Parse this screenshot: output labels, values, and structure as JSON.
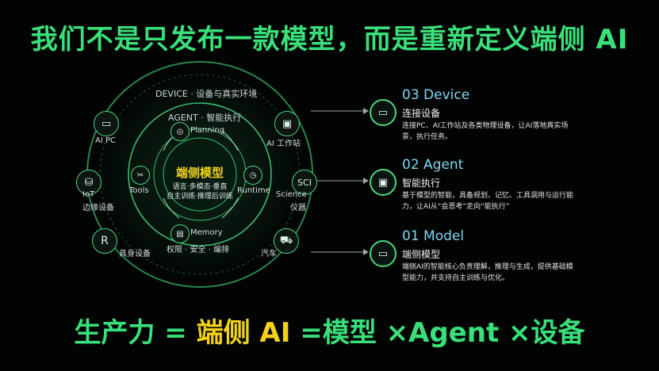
{
  "title": "我们不是只发布一款模型，而是重新定义端侧 AI",
  "formula": {
    "part1": "生产力 = ",
    "part2": "端侧 AI",
    "part3": " =模型 ×Agent ×设备"
  },
  "diagram": {
    "outer_ring_label": "DEVICE · 设备与真实环境",
    "middle_ring_label": "AGENT · 智能执行",
    "center": {
      "title": "端侧模型",
      "line1": "语言·多模态·垂直",
      "line2": "自主训练·推理后训练"
    },
    "inner_nodes": {
      "planning": "Planning",
      "tools": "Tools",
      "runtime": "Runtime",
      "memory": "Memory",
      "memory_sub": "权限 · 安全 · 编排"
    },
    "outer_nodes": {
      "ai_pc": "AI PC",
      "ai_workstation": "AI 工作站",
      "iot": "IoT\n边缘设备",
      "iot_line1": "IoT",
      "iot_line2": "边缘设备",
      "science": "Science\n仪器",
      "science_line1": "Science",
      "science_line2": "仪器",
      "sci_badge": "SCI",
      "robot_badge": "R",
      "robot": "具身设备",
      "car": "汽车"
    }
  },
  "right_items": [
    {
      "title": "03 Device",
      "subtitle": "连接设备",
      "desc_line1": "连接PC、AI工作站及各类物理设备，让AI落地真实场",
      "desc_line2": "景，执行任务。",
      "icon": "device-icon"
    },
    {
      "title": "02 Agent",
      "subtitle": "智能执行",
      "desc_line1": "基于模型的智能，具备规划、记忆、工具调用与运行能",
      "desc_line2": "力，让AI从“会思考”走向“能执行”",
      "icon": "agent-icon"
    },
    {
      "title": "01 Model",
      "subtitle": "端侧模型",
      "desc_line1": "端侧AI的智能核心负责理解，推理与生成，提供基础模",
      "desc_line2": "型能力，并支持自主训练与优化。",
      "icon": "model-icon"
    }
  ],
  "colors": {
    "accent_green": "#39e07a",
    "accent_yellow": "#f2d21a",
    "ring_green": "#2f9e5a",
    "title_blue": "#7fd7f5"
  }
}
